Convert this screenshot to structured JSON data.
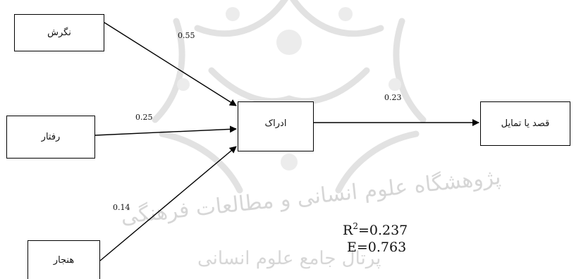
{
  "nodes": {
    "attitude": "نگرش",
    "behavior": "رفتار",
    "norm": "هنجار",
    "perception": "ادراک",
    "intention": "قصد یا تمایل"
  },
  "coefficients": {
    "attitude_to_perception": "0.55",
    "behavior_to_perception": "0.25",
    "norm_to_perception": "0.14",
    "perception_to_intention": "0.23"
  },
  "stats": {
    "r_squared_label": "R",
    "r_squared_superscript": "2",
    "r_squared_value": "=0.237",
    "error_label": "E=0.763"
  },
  "watermark": {
    "line1": "پژوهشگاه علوم انسانی و مطالعات فرهنگی",
    "line2": "پرتال جامع علوم انسانی"
  },
  "colors": {
    "line": "#000000",
    "watermark": "#d6d6d6"
  }
}
